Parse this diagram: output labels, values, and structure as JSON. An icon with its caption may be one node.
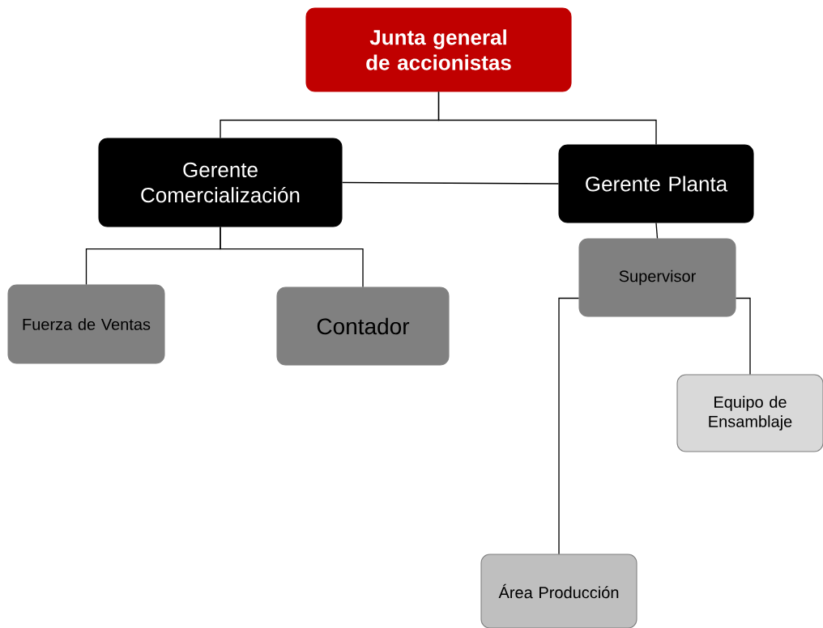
{
  "diagram": {
    "nodes": [
      {
        "text": [
          "Junta general de accionistas"
        ]
      },
      {
        "text": [
          "Gerente Comercialización"
        ]
      },
      {
        "text": [
          "Gerente Planta"
        ]
      },
      {
        "text": [
          "Fuerza de Ventas"
        ]
      },
      {
        "text": [
          "Contador"
        ]
      },
      {
        "text": [
          "Supervisor"
        ]
      },
      {
        "text": [
          "Equipo de Ensamblaje"
        ]
      },
      {
        "text": [
          "Área Producción"
        ]
      }
    ],
    "edges": [
      {
        "from": 0,
        "to": 1,
        "arrow": "none"
      },
      {
        "from": 0,
        "to": 2,
        "arrow": "none"
      },
      {
        "from": 1,
        "to": 2,
        "arrow": "none"
      },
      {
        "from": 1,
        "to": 3,
        "arrow": "none"
      },
      {
        "from": 1,
        "to": 4,
        "arrow": "none"
      },
      {
        "from": 2,
        "to": 5,
        "arrow": "none"
      },
      {
        "from": 5,
        "to": 7,
        "arrow": "none"
      },
      {
        "from": 5,
        "to": 6,
        "arrow": "none"
      }
    ]
  }
}
